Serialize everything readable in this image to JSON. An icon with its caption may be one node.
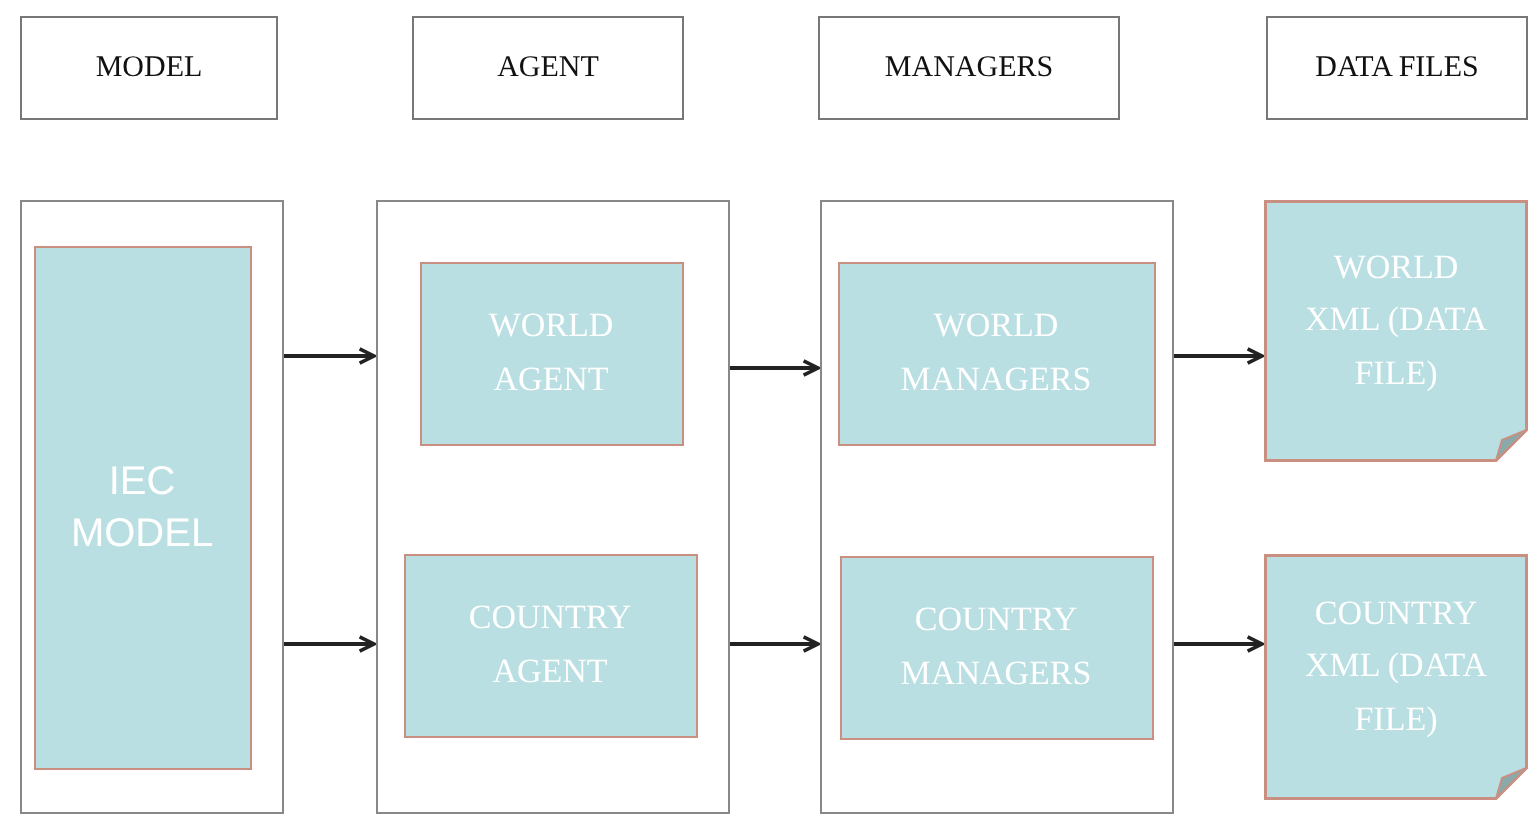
{
  "diagram": {
    "nodes": [
      {
        "text": [
          "MODEL"
        ]
      },
      {
        "text": [
          "AGENT"
        ]
      },
      {
        "text": [
          "MANAGERS"
        ]
      },
      {
        "text": [
          "DATA FILES"
        ]
      },
      {
        "text": [],
        "shape": "box"
      },
      {
        "text": [
          "IEC MODEL"
        ],
        "in": 4
      },
      {
        "text": [],
        "shape": "box"
      },
      {
        "text": [
          "WORLD AGENT"
        ],
        "in": 6
      },
      {
        "text": [
          "COUNTRY AGENT"
        ],
        "in": 6
      },
      {
        "text": [],
        "shape": "box"
      },
      {
        "text": [
          "WORLD MANAGERS"
        ],
        "in": 9
      },
      {
        "text": [
          "COUNTRY MANAGERS"
        ],
        "in": 9
      },
      {
        "text": [
          "WORLD XML (DATA FILE)"
        ]
      },
      {
        "text": [
          "COUNTRY XML (DATA FILE)"
        ]
      }
    ],
    "edges": [
      {
        "from": 4,
        "to": 6,
        "arrow": "to"
      },
      {
        "from": 4,
        "to": 6,
        "arrow": "to"
      },
      {
        "from": 6,
        "to": 9,
        "arrow": "to"
      },
      {
        "from": 6,
        "to": 9,
        "arrow": "to"
      },
      {
        "from": 9,
        "to": 12,
        "arrow": "to"
      },
      {
        "from": 9,
        "to": 13,
        "arrow": "to"
      }
    ]
  }
}
